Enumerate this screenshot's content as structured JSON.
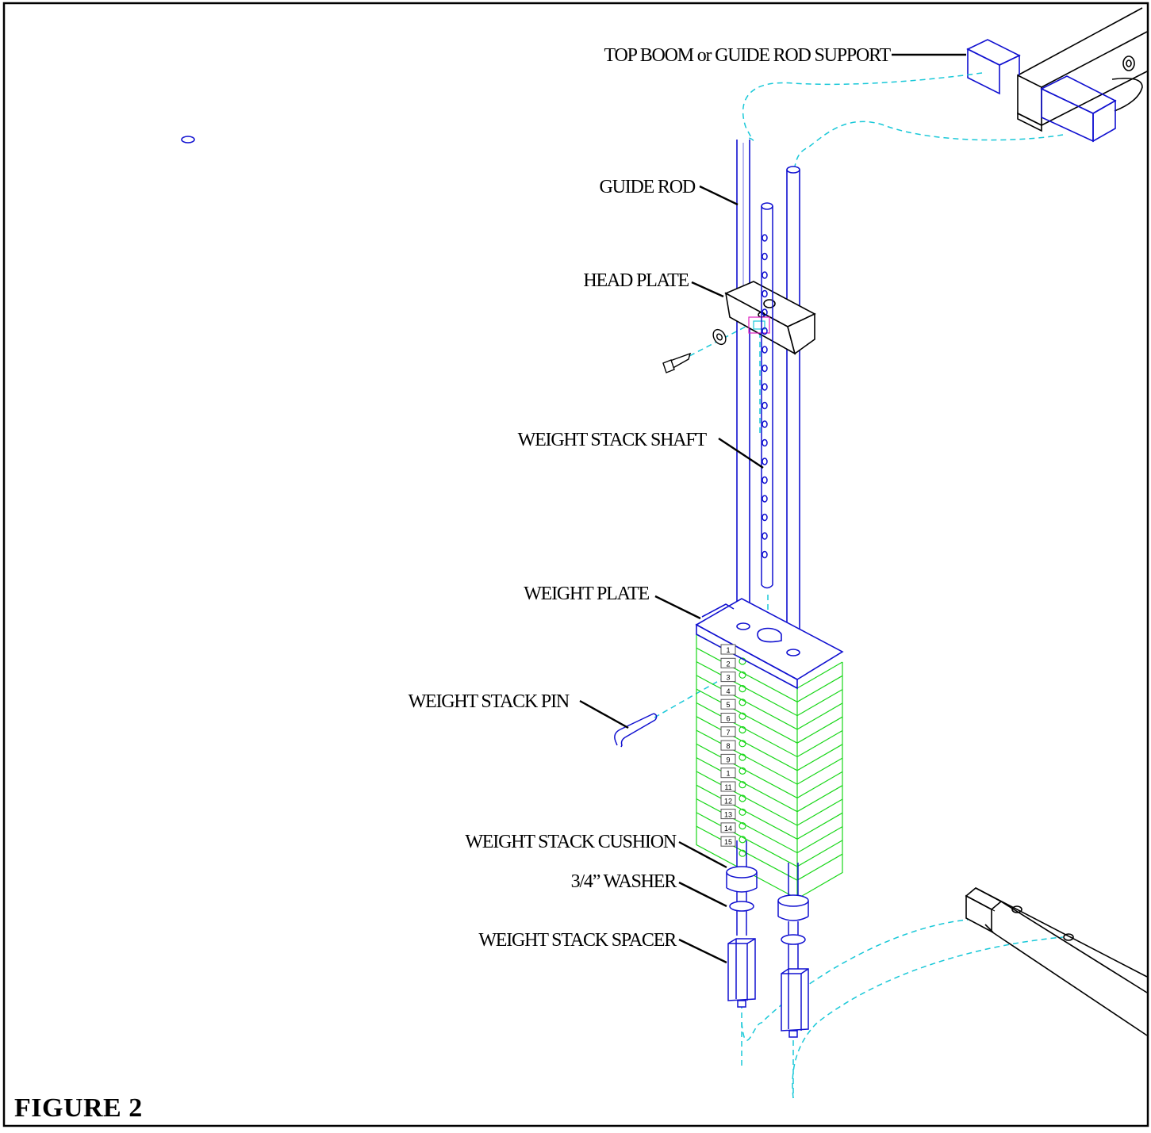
{
  "figure": {
    "title": "FIGURE 2"
  },
  "labels": {
    "top_boom": "TOP BOOM or GUIDE ROD SUPPORT",
    "guide_rod": "GUIDE ROD",
    "head_plate": "HEAD PLATE",
    "weight_stack_shaft": "WEIGHT STACK SHAFT",
    "weight_plate": "WEIGHT PLATE",
    "weight_stack_pin": "WEIGHT STACK PIN",
    "weight_stack_cushion": "WEIGHT STACK CUSHION",
    "washer": "3/4” WASHER",
    "weight_stack_spacer": "WEIGHT STACK SPACER"
  },
  "plate_numbers": [
    "1",
    "2",
    "3",
    "4",
    "5",
    "6",
    "7",
    "8",
    "9",
    "1",
    "11",
    "12",
    "13",
    "14",
    "15"
  ],
  "colors": {
    "outline": "#000000",
    "part_blue": "#1010d0",
    "plate_green": "#19d719",
    "dashed_cyan": "#19c8d8",
    "accent_pink": "#e020c0"
  }
}
